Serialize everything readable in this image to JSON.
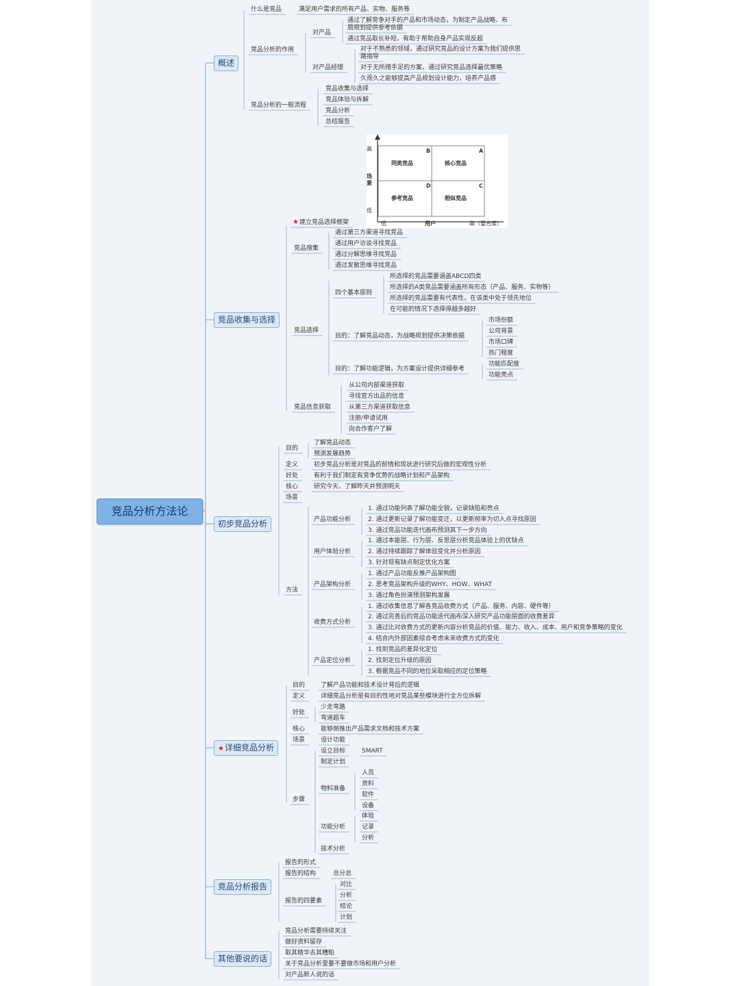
{
  "root": "竞品分析方法论",
  "branches": {
    "overview": {
      "label": "概述",
      "what_is": "什么是竞品",
      "what_is_desc": "满足用户需求的所有产品、实物、服务等",
      "role": "竞品分析的作用",
      "for_product": "对产品",
      "for_product_1a": "通过了解竞争对手的产品和市场动态，为制定产品战略、布",
      "for_product_1b": "局规划提供参考依据",
      "for_product_2": "通过竞品取长补短，有助于帮助自身产品实现反超",
      "for_pm": "对产品经理",
      "for_pm_1a": "对于不熟悉的领域，通过研究竞品的设计方案为我们提供思",
      "for_pm_1b": "路指导",
      "for_pm_2": "对于无所措手足的方案，通过研究竞品选择最优策略",
      "for_pm_3": "久而久之能够提高产品规划设计能力，培养产品感",
      "flow": "竞品分析的一般流程",
      "flow_items": [
        "竞品收集与选择",
        "竞品体验与拆解",
        "竞品分析",
        "总结报告"
      ]
    },
    "collect": {
      "label": "竞品收集与选择",
      "framework": "建立竞品选择框架",
      "matrix": {
        "y_high": "高",
        "y_label": "场景",
        "y_low": "低",
        "x_low": "低",
        "x_label": "用户",
        "x_high": "高（重合度）",
        "cells": [
          {
            "letter": "B",
            "name": "同类竞品"
          },
          {
            "letter": "A",
            "name": "核心竞品"
          },
          {
            "letter": "D",
            "name": "参考竞品"
          },
          {
            "letter": "C",
            "name": "相似竞品"
          }
        ]
      },
      "search": "竞品搜集",
      "search_items": [
        "通过第三方渠道寻找竞品",
        "通过用户访谈寻找竞品",
        "通过分解思维寻找竞品",
        "通过发散思维寻找竞品"
      ],
      "select": "竞品选择",
      "principles": "四个基本原则",
      "principle_items": [
        "所选择的竞品需要涵盖ABCD四类",
        "所选择的A类竞品需要涵盖所有形态（产品、服务、实物等）",
        "所选择的竞品需要有代表性，在该类中处于领先地位",
        "在可能的情况下选择得越多越好"
      ],
      "goal1": "目的：了解竞品动态，为战略规划提供决策依据",
      "goal1_items": [
        "市场份额",
        "公司背景",
        "市场口碑",
        "热门程度"
      ],
      "goal2": "目的：了解功能逻辑，为方案设计提供详细参考",
      "goal2_items": [
        "功能匹配度",
        "功能亮点"
      ],
      "info": "竞品信息获取",
      "info_items": [
        "从公司内部渠道获取",
        "寻找官方出品的信息",
        "从第三方渠道获取信息",
        "注册/申请试用",
        "向合作客户了解"
      ]
    },
    "initial": {
      "label": "初步竞品分析",
      "purpose": "目的",
      "purpose_items": [
        "了解竞品动态",
        "预测发展趋势"
      ],
      "definition": "定义",
      "definition_desc": "初步竞品分析是对竞品的前情和现状进行研究后做的宏观性分析",
      "benefit": "好处",
      "benefit_desc": "有利于我们制定有竞争优势的战略计划和产品架构",
      "core": "核心",
      "core_desc": "研究今天、了解昨天并预测明天",
      "scene": "场景",
      "method": "方法",
      "func": "产品功能分析",
      "func_items": [
        "1. 通过功能列表了解功能全貌，记录缺陷和亮点",
        "2. 通过更新记录了解功能变迁，以更新频率为切入点寻找原因",
        "3. 通过竞品功能迭代画布预测其下一步方向"
      ],
      "ux": "用户体验分析",
      "ux_items": [
        "1. 通过本能层、行为层、反思层分析竞品体验上的优缺点",
        "2. 通过持续跟踪了解体验变化并分析原因",
        "3. 针对现有缺点制定优化方案"
      ],
      "arch": "产品架构分析",
      "arch_items": [
        "1. 通过产品功能反推产品架构图",
        "2. 思考竞品架构升级的WHY、HOW、WHAT",
        "3. 通过角色扮演预测架构发展"
      ],
      "charge": "收费方式分析",
      "charge_items": [
        "1. 通过收集信息了解各竞品收费方式（产品、服务、内容、硬件等）",
        "2. 通过完善后的竞品功能迭代画布深入研究产品功能层面的收费差异",
        "3. 通过比对收费方式的更新内容分析竞品的价值、能力、收入、成本、用户和竞争策略的变化",
        "4. 结合内外部因素综合考虑未来收费方式的变化"
      ],
      "position": "产品定位分析",
      "position_items": [
        "1. 找到竞品的差异化定位",
        "2. 找到定位升级的原因",
        "3. 根据竞品不同的地位采取相应的定位策略"
      ]
    },
    "detail": {
      "label": "详细竞品分析",
      "purpose": "目的",
      "purpose_desc": "了解产品功能和技术设计背后的逻辑",
      "definition": "定义",
      "definition_desc": "详细竞品分析是有目的性地对竞品某些模块进行全方位拆解",
      "benefit": "好处",
      "benefit_items": [
        "少走弯路",
        "弯道超车"
      ],
      "core": "核心",
      "core_desc": "能够倒推出产品需求文档和技术方案",
      "scene": "场景",
      "scene_desc": "设计功能",
      "steps": "步骤",
      "goal": "设立目标",
      "goal_desc": "SMART",
      "plan": "制定计划",
      "material": "物料准备",
      "material_items": [
        "人员",
        "资料",
        "软件",
        "设备"
      ],
      "func": "功能分析",
      "func_items": [
        "体验",
        "记录",
        "分析"
      ],
      "tech": "技术分析"
    },
    "report": {
      "label": "竞品分析报告",
      "form": "报告的形式",
      "structure": "报告的结构",
      "structure_desc": "总分总",
      "elements": "报告的四要素",
      "element_items": [
        "对比",
        "分析",
        "结论",
        "计划"
      ]
    },
    "other": {
      "label": "其他要说的话",
      "items": [
        "竞品分析需要持续关注",
        "做好资料留存",
        "取其精华去其糟粕",
        "关于竞品分析里要不要做市场和用户分析",
        "对产品新人说的话"
      ]
    }
  }
}
